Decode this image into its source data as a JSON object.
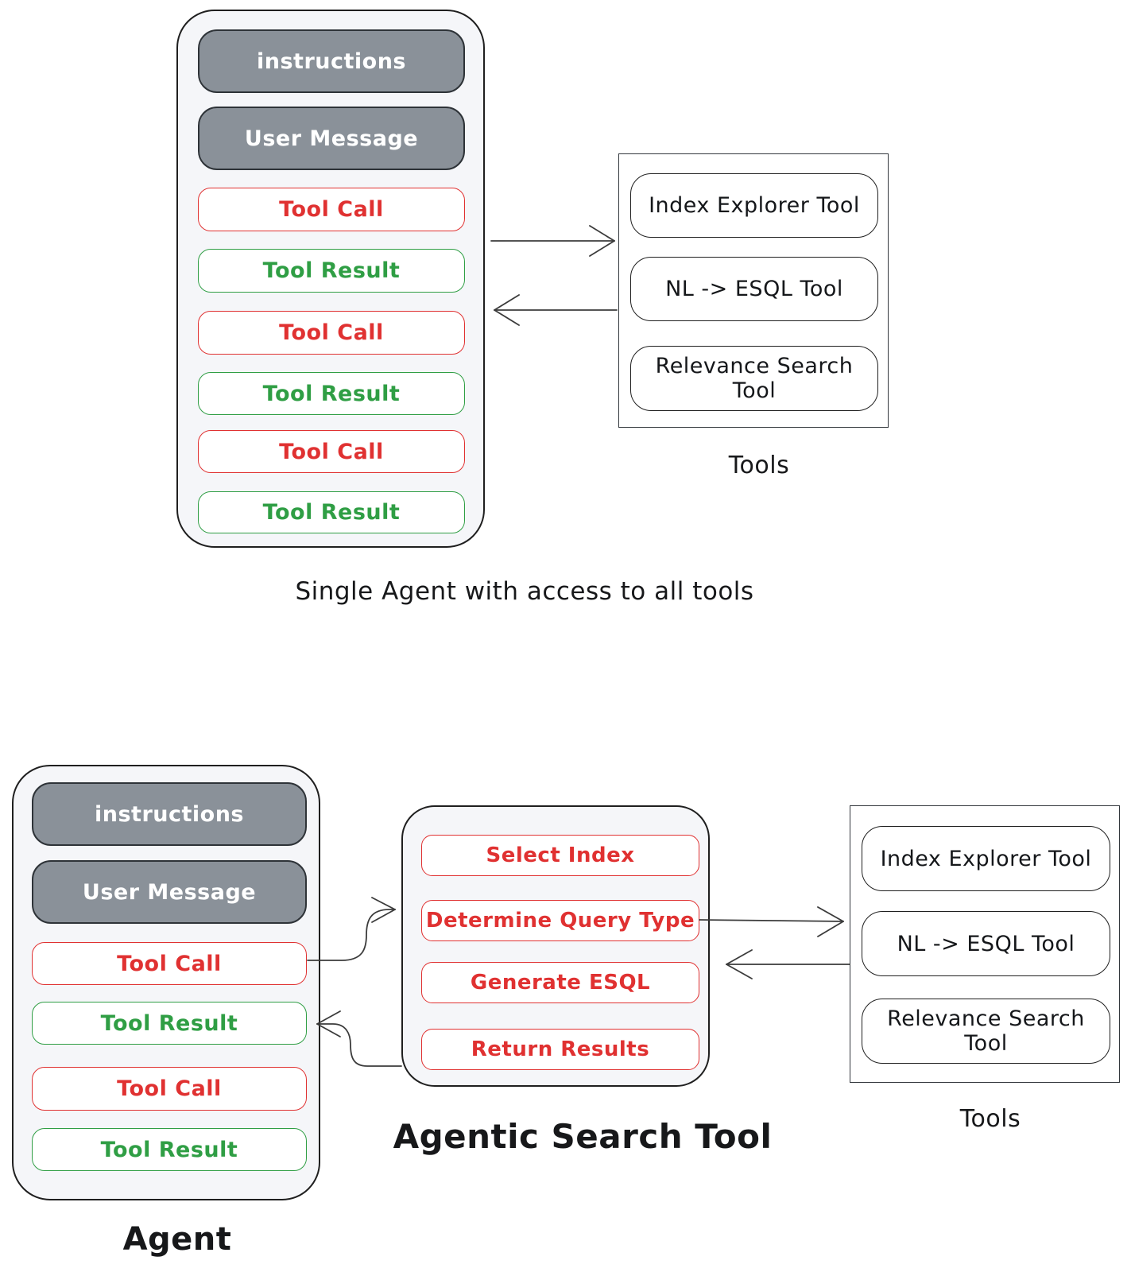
{
  "colors": {
    "tool_call_red": "#e03131",
    "tool_result_green": "#2f9e44",
    "system_gray_fill": "#8a9199",
    "container_fill": "#f5f6f9",
    "stroke_dark": "#1f1f1f",
    "background": "#ffffff"
  },
  "top": {
    "agent": {
      "messages": [
        {
          "label": "instructions",
          "kind": "system"
        },
        {
          "label": "User Message",
          "kind": "system"
        },
        {
          "label": "Tool Call",
          "kind": "tool-call"
        },
        {
          "label": "Tool Result",
          "kind": "tool-result"
        },
        {
          "label": "Tool Call",
          "kind": "tool-call"
        },
        {
          "label": "Tool Result",
          "kind": "tool-result"
        },
        {
          "label": "Tool Call",
          "kind": "tool-call"
        },
        {
          "label": "Tool Result",
          "kind": "tool-result"
        }
      ]
    },
    "tools": {
      "items": [
        "Index Explorer Tool",
        "NL -> ESQL Tool",
        "Relevance Search Tool"
      ],
      "label": "Tools"
    },
    "caption": "Single Agent with access to all tools"
  },
  "bottom": {
    "agent": {
      "messages": [
        {
          "label": "instructions",
          "kind": "system"
        },
        {
          "label": "User Message",
          "kind": "system"
        },
        {
          "label": "Tool Call",
          "kind": "tool-call"
        },
        {
          "label": "Tool Result",
          "kind": "tool-result"
        },
        {
          "label": "Tool Call",
          "kind": "tool-call"
        },
        {
          "label": "Tool Result",
          "kind": "tool-result"
        }
      ],
      "label": "Agent"
    },
    "agentic": {
      "steps": [
        "Select Index",
        "Determine Query Type",
        "Generate ESQL",
        "Return Results"
      ],
      "label": "Agentic Search Tool"
    },
    "tools": {
      "items": [
        "Index Explorer Tool",
        "NL -> ESQL Tool",
        "Relevance Search Tool"
      ],
      "label": "Tools"
    }
  }
}
